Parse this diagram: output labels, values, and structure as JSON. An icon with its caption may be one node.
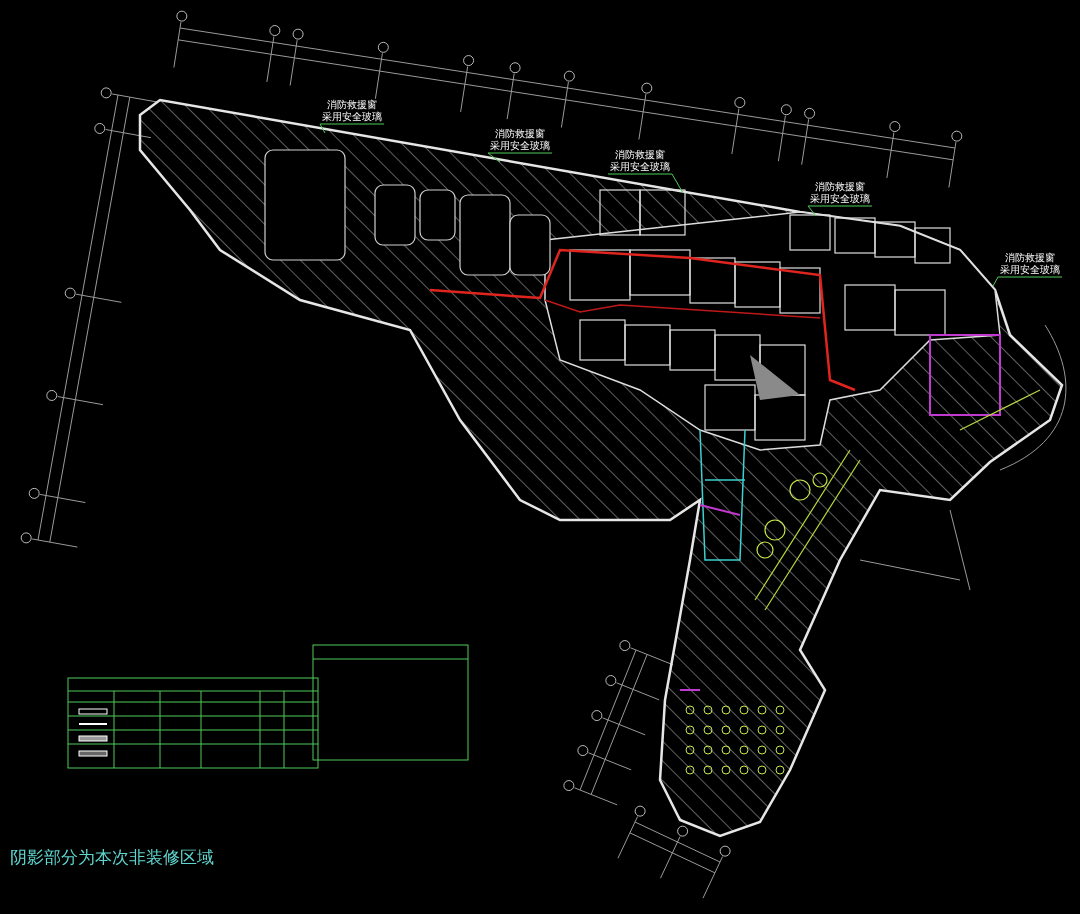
{
  "diagram": {
    "nodes": [
      {
        "text": [],
        "shape": "picture"
      },
      {
        "text": [
          "消防救援窗",
          "采用安全玻璃"
        ]
      },
      {
        "text": [
          "消防救援窗",
          "采用安全玻璃"
        ]
      },
      {
        "text": [
          "消防救援窗",
          "采用安全玻璃"
        ]
      },
      {
        "text": [
          "消防救援窗",
          "采用安全玻璃"
        ]
      },
      {
        "text": [
          "消防救援窗",
          "采用安全玻璃"
        ]
      }
    ],
    "edges": [
      {
        "from": 1,
        "to": 0,
        "arrow": "none"
      },
      {
        "from": 2,
        "to": 0,
        "arrow": "none"
      },
      {
        "from": 3,
        "to": 0,
        "arrow": "none"
      },
      {
        "from": 4,
        "to": 0,
        "arrow": "none"
      },
      {
        "from": 5,
        "to": 0,
        "arrow": "none"
      }
    ],
    "labels": [
      "阴影部分为本次非装修区域"
    ]
  }
}
